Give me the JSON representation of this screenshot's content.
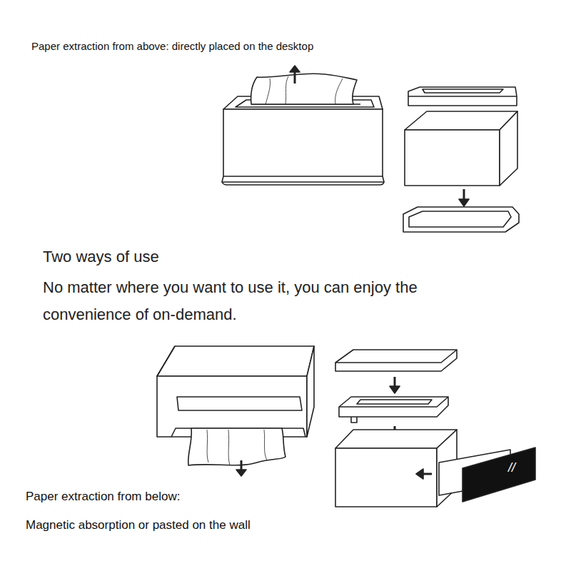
{
  "diagram": {
    "title": "Two ways of use",
    "caption": "No matter where you want to use it, you can enjoy the convenience of on-demand.",
    "labels": [
      "Paper extraction from above: directly placed on the desktop",
      "Paper extraction from below:",
      "Magnetic absorption or pasted on the wall",
      "//"
    ]
  }
}
